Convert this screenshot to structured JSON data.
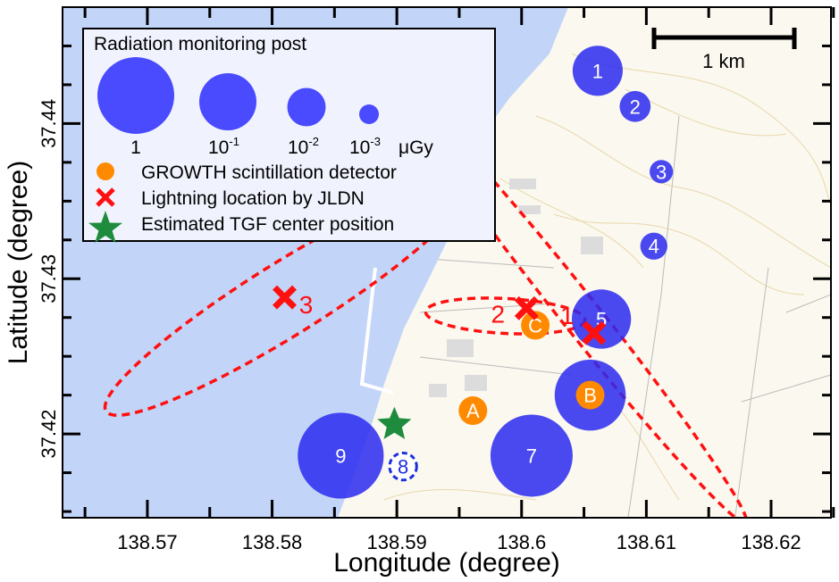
{
  "chart_data": {
    "type": "scatter",
    "xlabel": "Longitude (degree)",
    "ylabel": "Latitude (degree)",
    "xlim": [
      138.5632,
      138.6248
    ],
    "ylim": [
      37.4146,
      37.4475
    ],
    "xticks": [
      138.57,
      138.58,
      138.59,
      138.6,
      138.61,
      138.62
    ],
    "xtick_labels": [
      "138.57",
      "138.58",
      "138.59",
      "138.6",
      "138.61",
      "138.62"
    ],
    "yticks": [
      37.42,
      37.43,
      37.44
    ],
    "ytick_labels": [
      "37.42",
      "37.43",
      "37.44"
    ],
    "scale_bar_label": "1 km",
    "legend": {
      "placement": "top-left",
      "title": "Radiation monitoring post",
      "dose_sizes": [
        {
          "label_base": "1",
          "label_exp": "",
          "dose": 1
        },
        {
          "label_base": "10",
          "label_exp": "-1",
          "dose": 0.1
        },
        {
          "label_base": "10",
          "label_exp": "-2",
          "dose": 0.01
        },
        {
          "label_base": "10",
          "label_exp": "-3",
          "dose": 0.001
        }
      ],
      "dose_unit": "μGy",
      "growth": "GROWTH scintillation detector",
      "lightning": "Lightning location by JLDN",
      "tgf": "Estimated TGF center position"
    },
    "monitoring_posts": [
      {
        "label": "1",
        "lon": 138.6061,
        "lat": 37.4434,
        "dose": 0.04
      },
      {
        "label": "2",
        "lon": 138.6091,
        "lat": 37.4411,
        "dose": 0.004
      },
      {
        "label": "3",
        "lon": 138.6112,
        "lat": 37.4369,
        "dose": 0.0016
      },
      {
        "label": "4",
        "lon": 138.6106,
        "lat": 37.4321,
        "dose": 0.0025
      },
      {
        "label": "5",
        "lon": 138.6064,
        "lat": 37.4274,
        "dose": 0.12
      },
      {
        "label": "",
        "lon": 138.6055,
        "lat": 37.4225,
        "dose": 0.5
      },
      {
        "label": "7",
        "lon": 138.6008,
        "lat": 37.4186,
        "dose": 1.9
      },
      {
        "label": "8",
        "lon": 138.5905,
        "lat": 37.4179,
        "dose": 0.0025,
        "dashed": true
      },
      {
        "label": "9",
        "lon": 138.5855,
        "lat": 37.4186,
        "dose": 3.0
      }
    ],
    "growth_detectors": [
      {
        "label": "A",
        "lon": 138.5961,
        "lat": 37.4215
      },
      {
        "label": "B",
        "lon": 138.6055,
        "lat": 37.4225
      },
      {
        "label": "C",
        "lon": 138.6011,
        "lat": 37.427
      }
    ],
    "lightning": [
      {
        "label": "1",
        "lon": 138.6058,
        "lat": 37.4265,
        "ellipse_semi_major_deg": 0.0218,
        "ellipse_semi_minor_deg": 0.0015,
        "ellipse_angle": 51.5,
        "ellipse_center_lon": 138.6044,
        "ellipse_center_lat": 37.428
      },
      {
        "label": "2",
        "lon": 138.6004,
        "lat": 37.4281,
        "ellipse_semi_major_deg": 0.0064,
        "ellipse_semi_minor_deg": 0.0014,
        "ellipse_angle": 3,
        "ellipse_center_lon": 138.5987,
        "ellipse_center_lat": 37.4276
      },
      {
        "label": "3",
        "lon": 138.581,
        "lat": 37.4288,
        "ellipse_semi_major_deg": 0.017,
        "ellipse_semi_minor_deg": 0.0029,
        "ellipse_angle": -32,
        "ellipse_center_lon": 138.5811,
        "ellipse_center_lat": 37.4287
      }
    ],
    "tgf_center": {
      "lon": 138.5898,
      "lat": 37.4206
    },
    "colors": {
      "post": "#3a3af0",
      "growth": "#ff8a00",
      "lightning": "#ff1010",
      "tgf": "#1e8c3c",
      "sea": "#c2d4f8",
      "land": "#fbf8ef"
    }
  }
}
